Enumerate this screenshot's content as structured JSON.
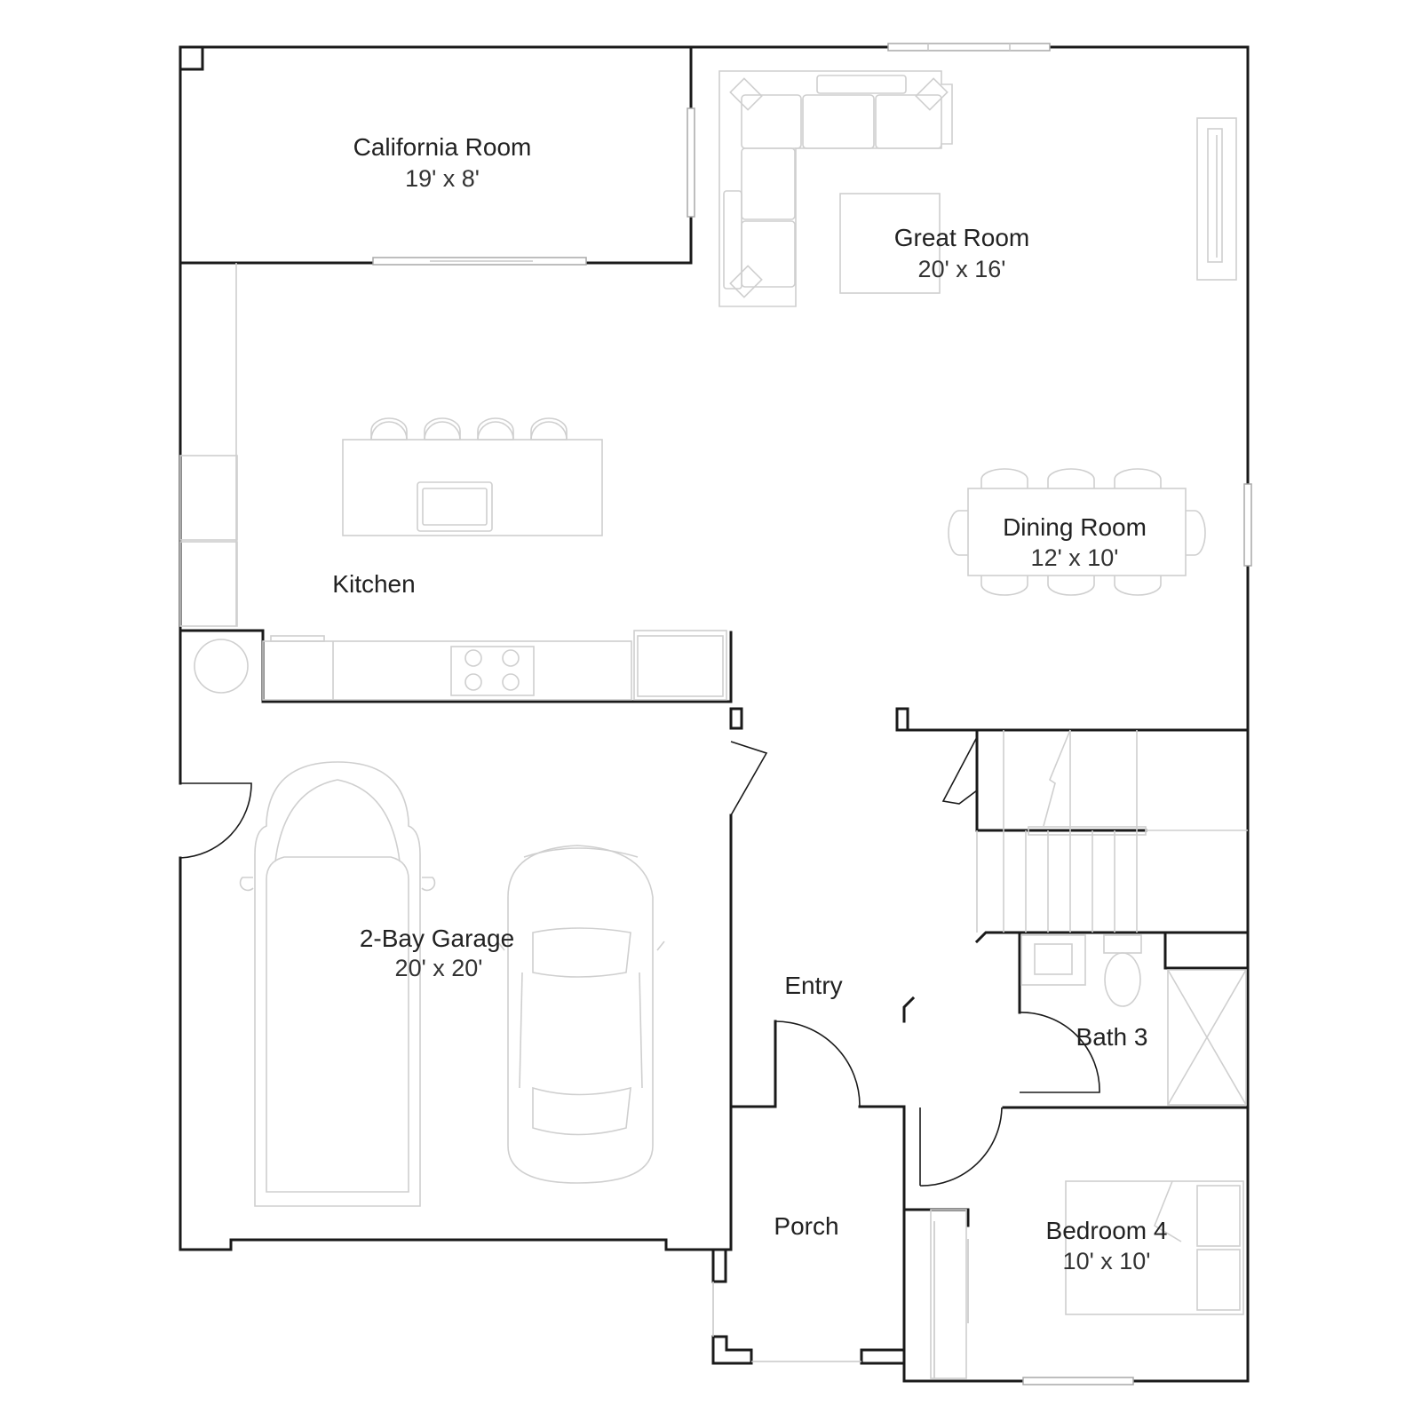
{
  "plan": {
    "rooms": {
      "california_room": {
        "name": "California Room",
        "dimensions": "19' x 8'"
      },
      "great_room": {
        "name": "Great Room",
        "dimensions": "20' x 16'"
      },
      "kitchen": {
        "name": "Kitchen"
      },
      "dining_room": {
        "name": "Dining Room",
        "dimensions": "12' x 10'"
      },
      "garage": {
        "name": "2-Bay Garage",
        "dimensions": "20' x 20'"
      },
      "entry": {
        "name": "Entry"
      },
      "bath_3": {
        "name": "Bath 3"
      },
      "porch": {
        "name": "Porch"
      },
      "bedroom_4": {
        "name": "Bedroom 4",
        "dimensions": "10' x 10'"
      }
    },
    "colors": {
      "wall": "#1a1a1a",
      "fixture": "#cfcfcf",
      "background": "#ffffff"
    }
  }
}
